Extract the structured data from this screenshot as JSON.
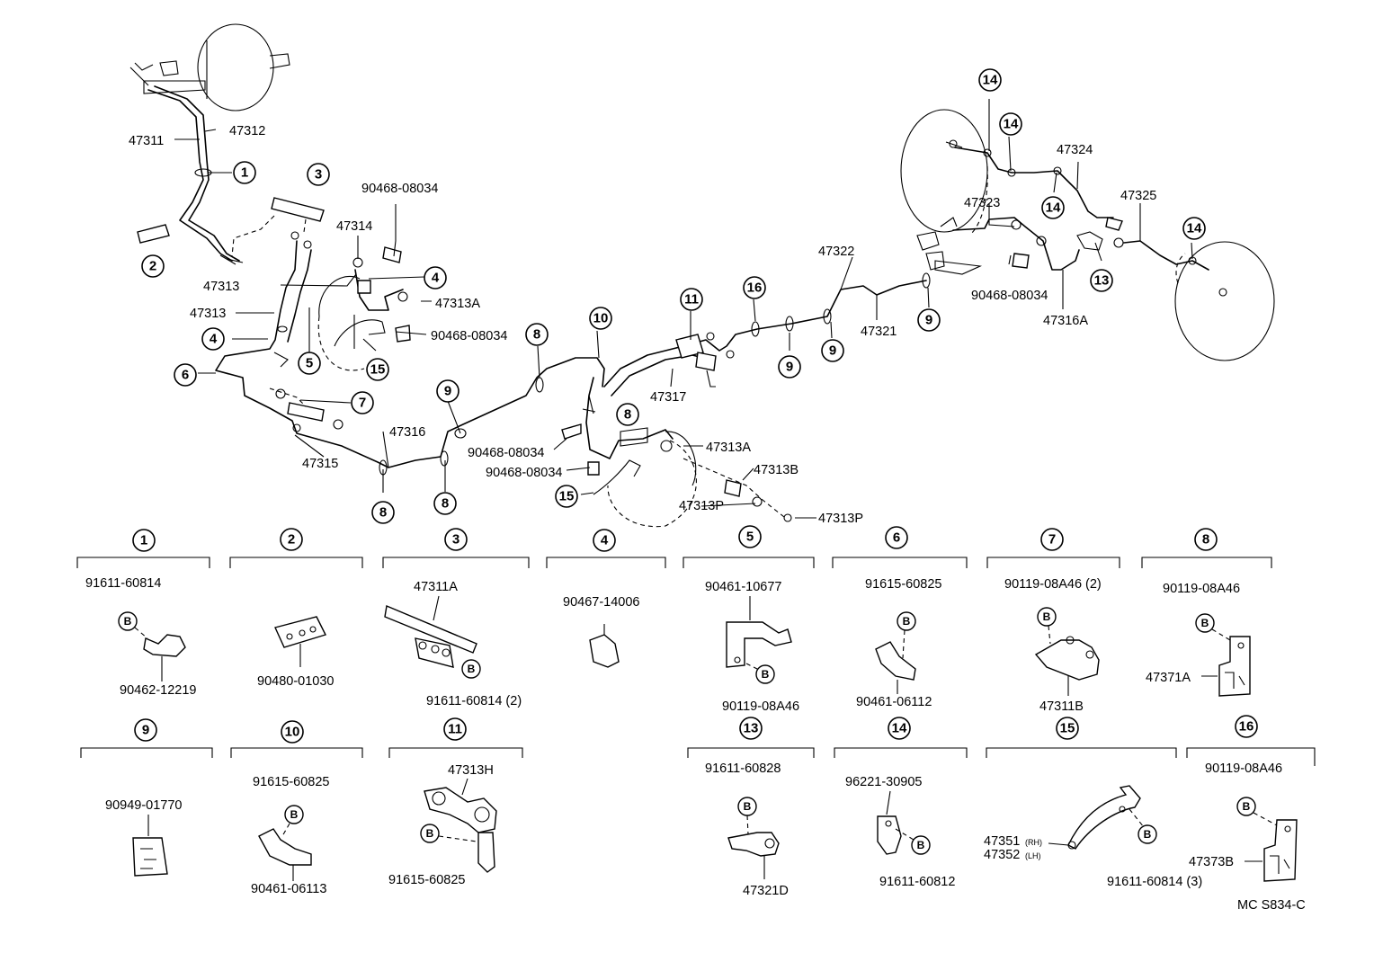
{
  "diagram": {
    "labels": {
      "p47311": "47311",
      "p47312": "47312",
      "p47313_a": "47313",
      "p47313_b": "47313",
      "p47314": "47314",
      "p90468_top": "90468-08034",
      "p47313A_top": "47313A",
      "p90468_mid": "90468-08034",
      "p47316": "47316",
      "p47315": "47315",
      "p90468_low1": "90468-08034",
      "p90468_low2": "90468-08034",
      "p47313A_low": "47313A",
      "p47313B": "47313B",
      "p47313P_a": "47313P",
      "p47313P_b": "47313P",
      "p47317": "47317",
      "p47322": "47322",
      "p47321": "47321",
      "p47323": "47323",
      "p47324": "47324",
      "p47325": "47325",
      "p90468_right": "90468-08034",
      "p47316A": "47316A"
    },
    "callouts": {
      "c1": "1",
      "c2": "2",
      "c3": "3",
      "c4a": "4",
      "c4b": "4",
      "c5": "5",
      "c6": "6",
      "c7": "7",
      "c8a": "8",
      "c8b": "8",
      "c8c": "8",
      "c8d": "8",
      "c9a": "9",
      "c9b": "9",
      "c9c": "9",
      "c9d": "9",
      "c10": "10",
      "c11": "11",
      "c13": "13",
      "c14a": "14",
      "c14b": "14",
      "c14c": "14",
      "c14d": "14",
      "c15a": "15",
      "c15b": "15",
      "c16": "16"
    },
    "bolt_mark": "B",
    "details": {
      "d1": {
        "no": "1",
        "bolt": "91611-60814",
        "part": "90462-12219"
      },
      "d2": {
        "no": "2",
        "part": "90480-01030"
      },
      "d3": {
        "no": "3",
        "part": "47311A",
        "bolt": "91611-60814 (2)"
      },
      "d4": {
        "no": "4",
        "part": "90467-14006"
      },
      "d5": {
        "no": "5",
        "part": "90461-10677",
        "bolt": "90119-08A46"
      },
      "d6": {
        "no": "6",
        "bolt": "91615-60825",
        "part": "90461-06112"
      },
      "d7": {
        "no": "7",
        "bolt": "90119-08A46 (2)",
        "part": "47311B"
      },
      "d8": {
        "no": "8",
        "bolt": "90119-08A46",
        "part": "47371A"
      },
      "d9": {
        "no": "9",
        "part": "90949-01770"
      },
      "d10": {
        "no": "10",
        "bolt": "91615-60825",
        "part": "90461-06113"
      },
      "d11": {
        "no": "11",
        "part": "47313H",
        "bolt": "91615-60825"
      },
      "d13": {
        "no": "13",
        "bolt": "91611-60828",
        "part": "47321D"
      },
      "d14": {
        "no": "14",
        "part": "96221-30905",
        "bolt": "91611-60812"
      },
      "d15": {
        "no": "15",
        "part_rh": "47351",
        "rh": "(RH)",
        "part_lh": "47352",
        "lh": "(LH)",
        "bolt": "91611-60814 (3)"
      },
      "d16": {
        "no": "16",
        "bolt": "90119-08A46",
        "part": "47373B"
      }
    },
    "code": "MC S834-C"
  }
}
